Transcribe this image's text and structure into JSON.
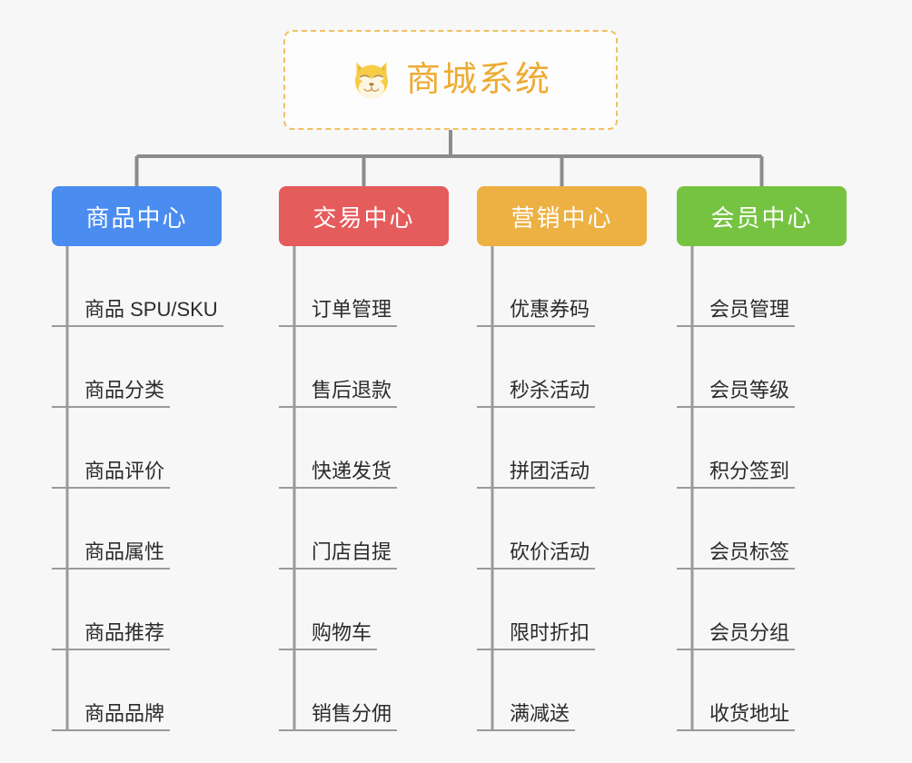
{
  "diagram": {
    "type": "mind-map",
    "background_color": "#f7f7f7",
    "root": {
      "title": "商城系统",
      "icon": "shiba-dog-icon",
      "border_color": "#f1c062",
      "text_color": "#eeab33"
    },
    "branches": [
      {
        "title": "商品中心",
        "color": "#4a8cf0",
        "items": [
          "商品 SPU/SKU",
          "商品分类",
          "商品评价",
          "商品属性",
          "商品推荐",
          "商品品牌"
        ]
      },
      {
        "title": "交易中心",
        "color": "#e55c5c",
        "items": [
          "订单管理",
          "售后退款",
          "快递发货",
          "门店自提",
          "购物车",
          "销售分佣"
        ]
      },
      {
        "title": "营销中心",
        "color": "#edb043",
        "items": [
          "优惠券码",
          "秒杀活动",
          "拼团活动",
          "砍价活动",
          "限时折扣",
          "满减送"
        ]
      },
      {
        "title": "会员中心",
        "color": "#76c342",
        "items": [
          "会员管理",
          "会员等级",
          "积分签到",
          "会员标签",
          "会员分组",
          "收货地址"
        ]
      }
    ],
    "connector_color": "#8c8c8c",
    "leaf_rule_color": "#9a9a9a"
  }
}
